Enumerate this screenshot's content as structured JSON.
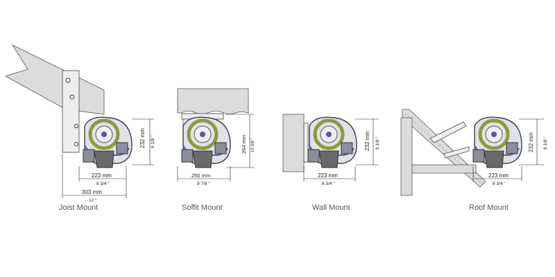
{
  "colors": {
    "housing_fill": "#dfe2e8",
    "housing_stroke": "#3a3f4a",
    "accent_purple": "#6b4fa0",
    "spring_olive": "#8e9a3a",
    "structure_fill": "#dcdcdc",
    "structure_stroke": "#555555",
    "dim_line": "#222222"
  },
  "mounts": [
    {
      "caption": "Joist Mount",
      "width_mm": "223 mm",
      "width_in": "8 3/4 \"",
      "width2_mm": "303 mm",
      "width2_in": "12 \"",
      "height_mm": "232 mm",
      "height_in": "9 1/8 \""
    },
    {
      "caption": "Soffit Mount",
      "width_mm": "250 mm",
      "width_in": "9 7/8 \"",
      "height_mm": "264 mm",
      "height_in": "10 3/8 \""
    },
    {
      "caption": "Wall Mount",
      "width_mm": "223 mm",
      "width_in": "8 3/4 \"",
      "height_mm": "232 mm",
      "height_in": "9 1/8 \""
    },
    {
      "caption": "Roof Mount",
      "width_mm": "223 mm",
      "width_in": "8 3/4 \"",
      "height_mm": "232 mm",
      "height_in": "9 1/8 \""
    }
  ]
}
